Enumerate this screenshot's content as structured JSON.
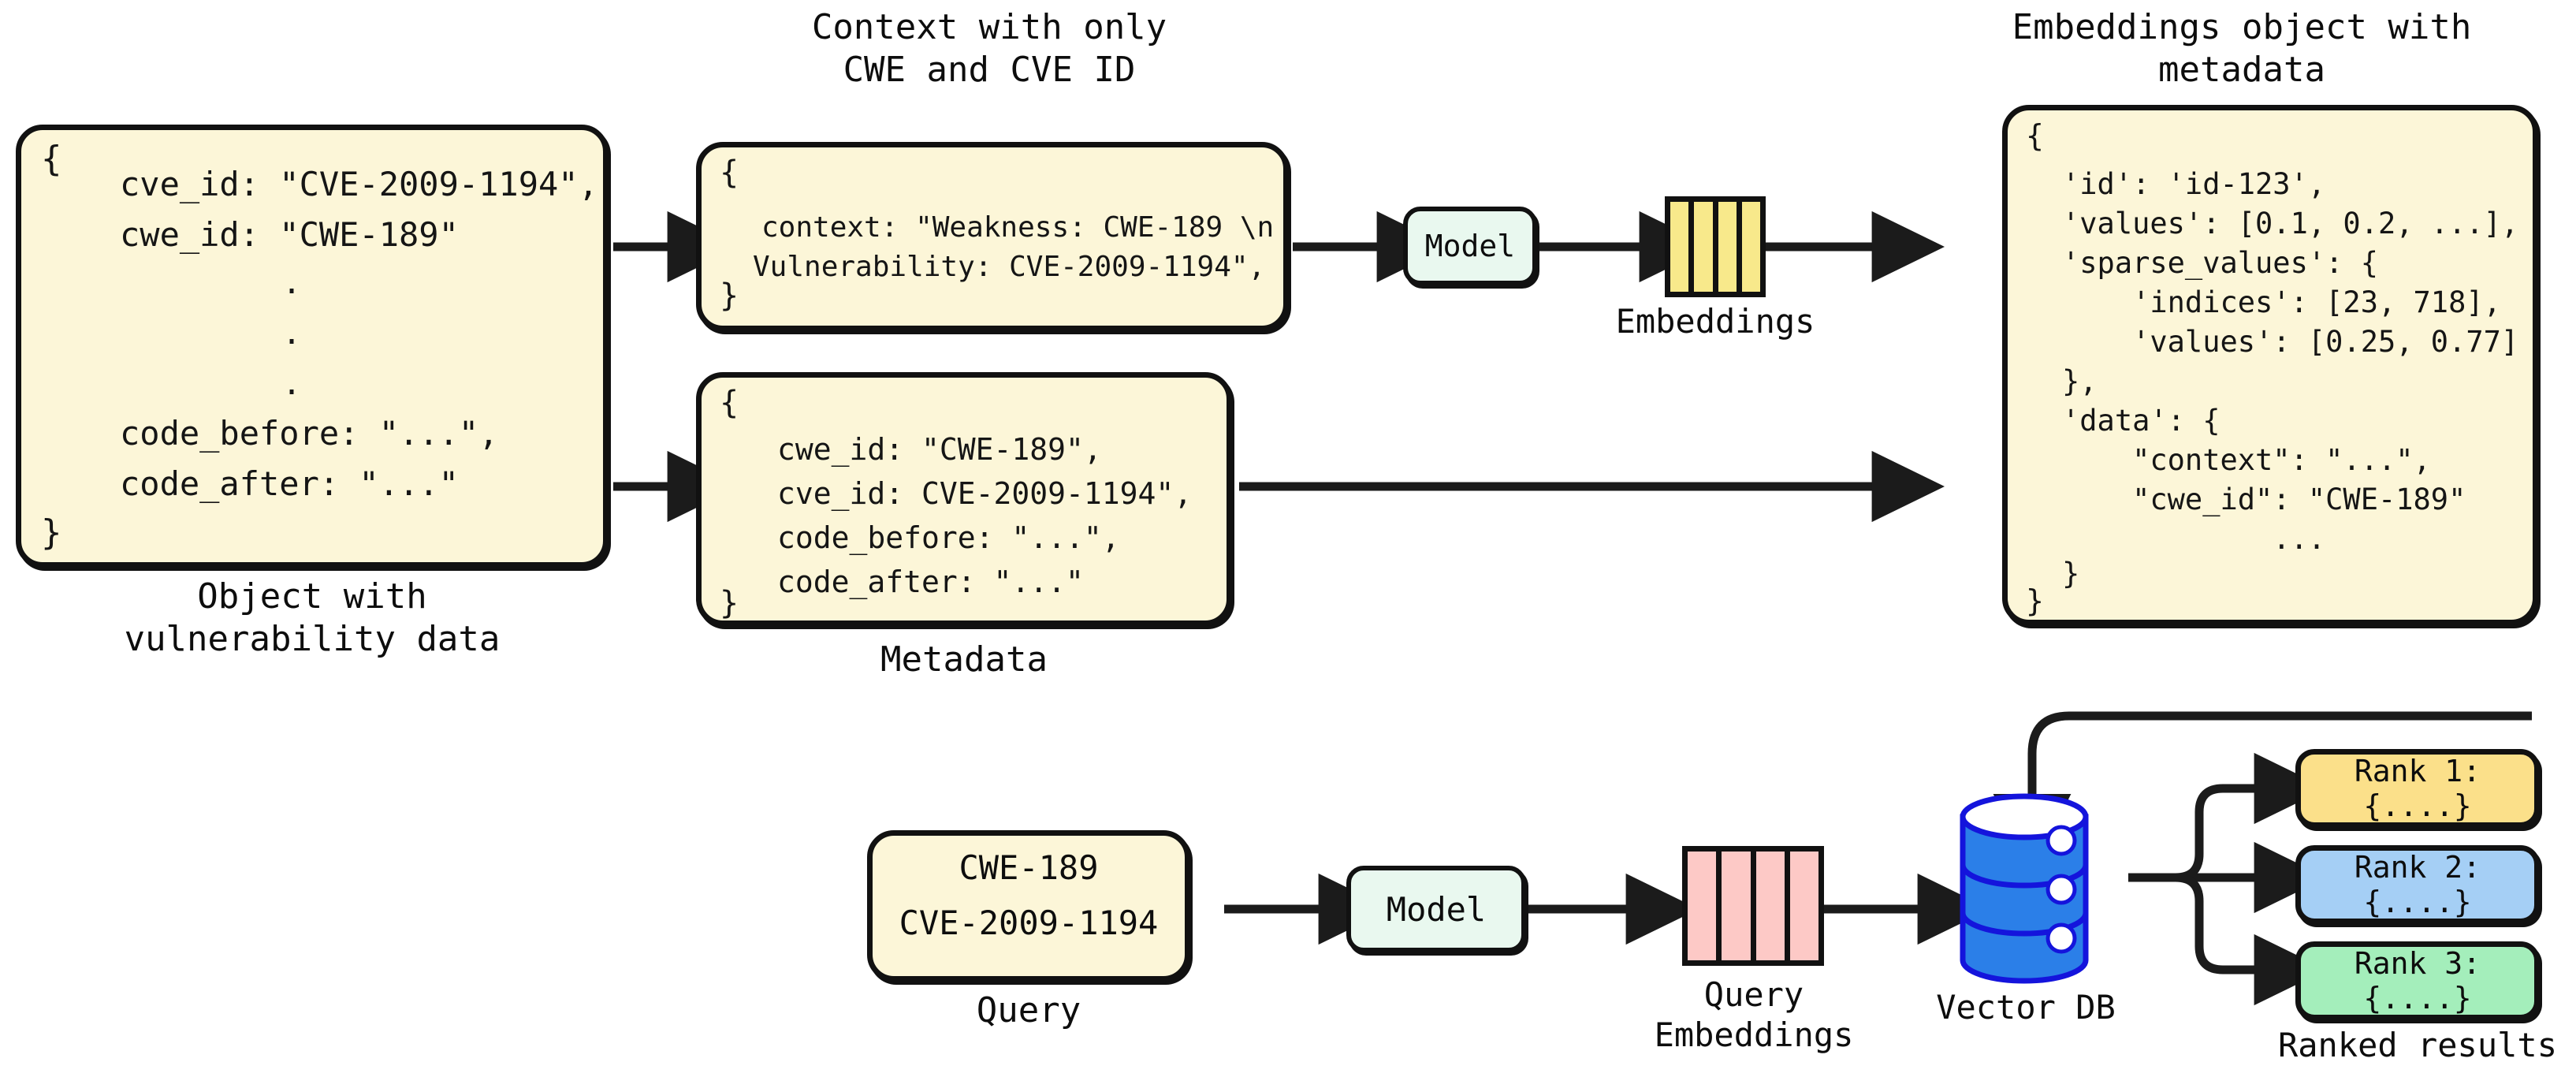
{
  "diagram": {
    "title_hidden": "",
    "colors": {
      "box_fill": "#FCF6D8",
      "box_stroke": "#111111",
      "model_fill": "#E9F8EF",
      "embeddings_fill": "#F8E98B",
      "query_embeddings_fill": "#FDC9C6",
      "vector_db_fill": "#2B7FE8",
      "vector_db_stroke": "#1414DC",
      "rank1_fill": "#FBE08A",
      "rank2_fill": "#A5CFF5",
      "rank3_fill": "#A4EEBB"
    }
  },
  "vulnerability_object": {
    "caption": "Object with\nvulnerability data",
    "open_brace": "{",
    "close_brace": "}",
    "lines": [
      "cve_id: \"CVE-2009-1194\",",
      "cwe_id: \"CWE-189\""
    ],
    "ellipsis_dots": "·\n·\n·",
    "lines_bottom": [
      "code_before: \"...\",",
      "code_after: \"...\""
    ]
  },
  "context_box": {
    "caption": "Context with only\nCWE and CVE ID",
    "open_brace": "{",
    "close_brace": "}",
    "lines": [
      "context: \"Weakness: CWE-189 \\n",
      "Vulnerability: CVE-2009-1194\","
    ]
  },
  "metadata_box": {
    "caption": "Metadata",
    "open_brace": "{",
    "close_brace": "}",
    "lines": [
      "cwe_id: \"CWE-189\",",
      "cve_id: CVE-2009-1194\",",
      "code_before: \"...\",",
      "code_after: \"...\""
    ]
  },
  "model_top": {
    "label": "Model"
  },
  "embeddings_top": {
    "caption": "Embeddings",
    "cell_count": 4
  },
  "embeddings_object": {
    "caption": "Embeddings object with\nmetadata",
    "open_brace": "{",
    "close_brace": "}",
    "lines": [
      "'id': 'id-123',",
      "'values': [0.1, 0.2, ...],",
      "'sparse_values': {",
      "    'indices': [23, 718],",
      "    'values': [0.25, 0.77]",
      "},",
      "'data': {",
      "    \"context\": \"...\",",
      "    \"cwe_id\": \"CWE-189\"",
      "            ...",
      "}"
    ]
  },
  "query_box": {
    "caption": "Query",
    "lines": [
      "CWE-189",
      "CVE-2009-1194"
    ]
  },
  "model_bottom": {
    "label": "Model"
  },
  "query_embeddings": {
    "caption": "Query\nEmbeddings",
    "cell_count": 4
  },
  "vector_db": {
    "caption": "Vector DB",
    "disc_count": 3
  },
  "ranked_results": {
    "caption": "Ranked results",
    "items": [
      {
        "label": "Rank 1: {....}",
        "color": "#FBE08A"
      },
      {
        "label": "Rank 2: {....}",
        "color": "#A5CFF5"
      },
      {
        "label": "Rank 3: {....}",
        "color": "#A4EEBB"
      }
    ]
  }
}
